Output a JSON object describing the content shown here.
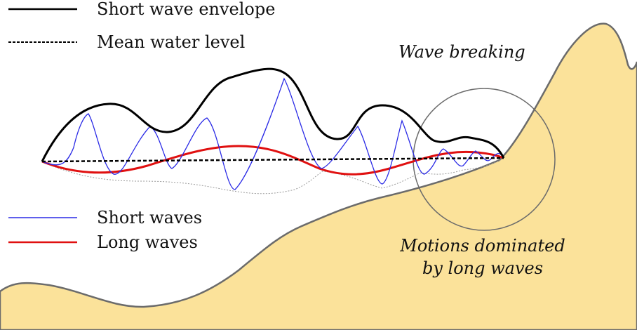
{
  "legend": {
    "envelope_label": "Short wave envelope",
    "mean_label": "Mean water level",
    "short_label": "Short waves",
    "long_label": "Long waves"
  },
  "annotations": {
    "breaking": "Wave breaking",
    "motions_line1": "Motions dominated",
    "motions_line2": "by long waves"
  },
  "colors": {
    "envelope": "#000000",
    "mean_level": "#000000",
    "short_waves": "#2a2ae6",
    "long_waves": "#e01010",
    "beach_fill": "#fbe29a",
    "beach_stroke": "#6b6b6b",
    "circle": "#6b6b6b",
    "trough_trace": "#9a9a9a"
  }
}
